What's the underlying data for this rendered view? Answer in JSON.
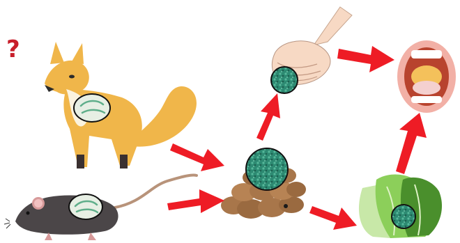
{
  "labels": {
    "question_mark": "?"
  },
  "colors": {
    "arrow": "#ee1c25",
    "question_mark": "#c81e2a",
    "fox_body": "#f0b64a",
    "fox_chest": "#fbf3df",
    "mouse_body": "#4b4648",
    "mouse_tail": "#b8937a",
    "stool": "#a8764a",
    "egg_fill": "#2d8a72",
    "egg_outline": "#111111",
    "larva_capsule": "#e7efe4",
    "hand_skin": "#f7d9c4",
    "lettuce": "#8ccf5a",
    "mouth_lips": "#f2b0a6",
    "mouth_tongue": "#f4c15b"
  },
  "nodes": [
    {
      "id": "fox",
      "icon": "fox-icon"
    },
    {
      "id": "mouse",
      "icon": "mouse-icon"
    },
    {
      "id": "stool",
      "icon": "stool-icon"
    },
    {
      "id": "hand",
      "icon": "hand-icon"
    },
    {
      "id": "vegetables",
      "icon": "lettuce-icon"
    },
    {
      "id": "mouth",
      "icon": "mouth-icon"
    }
  ],
  "edges": [
    {
      "from": "fox",
      "to": "stool"
    },
    {
      "from": "mouse",
      "to": "stool"
    },
    {
      "from": "stool",
      "to": "hand"
    },
    {
      "from": "stool",
      "to": "vegetables"
    },
    {
      "from": "hand",
      "to": "mouth"
    },
    {
      "from": "vegetables",
      "to": "mouth"
    }
  ]
}
